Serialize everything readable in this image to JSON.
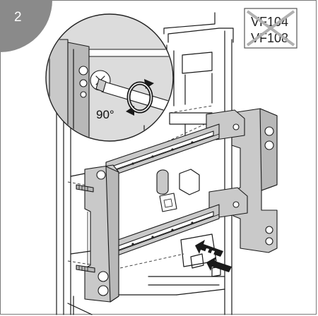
{
  "step": {
    "number": "2",
    "badge_color": "#8a8a8a"
  },
  "models": {
    "line1": "VF104",
    "line2": "VF108",
    "crossed_out": true,
    "cross_color": "#b0b0b0"
  },
  "detail": {
    "rotation_label": "90°",
    "detail_bg": "#dcdcdc"
  },
  "icons": [
    "screwdriver-icon",
    "rotation-arrow-icon",
    "push-arrows-icon"
  ]
}
